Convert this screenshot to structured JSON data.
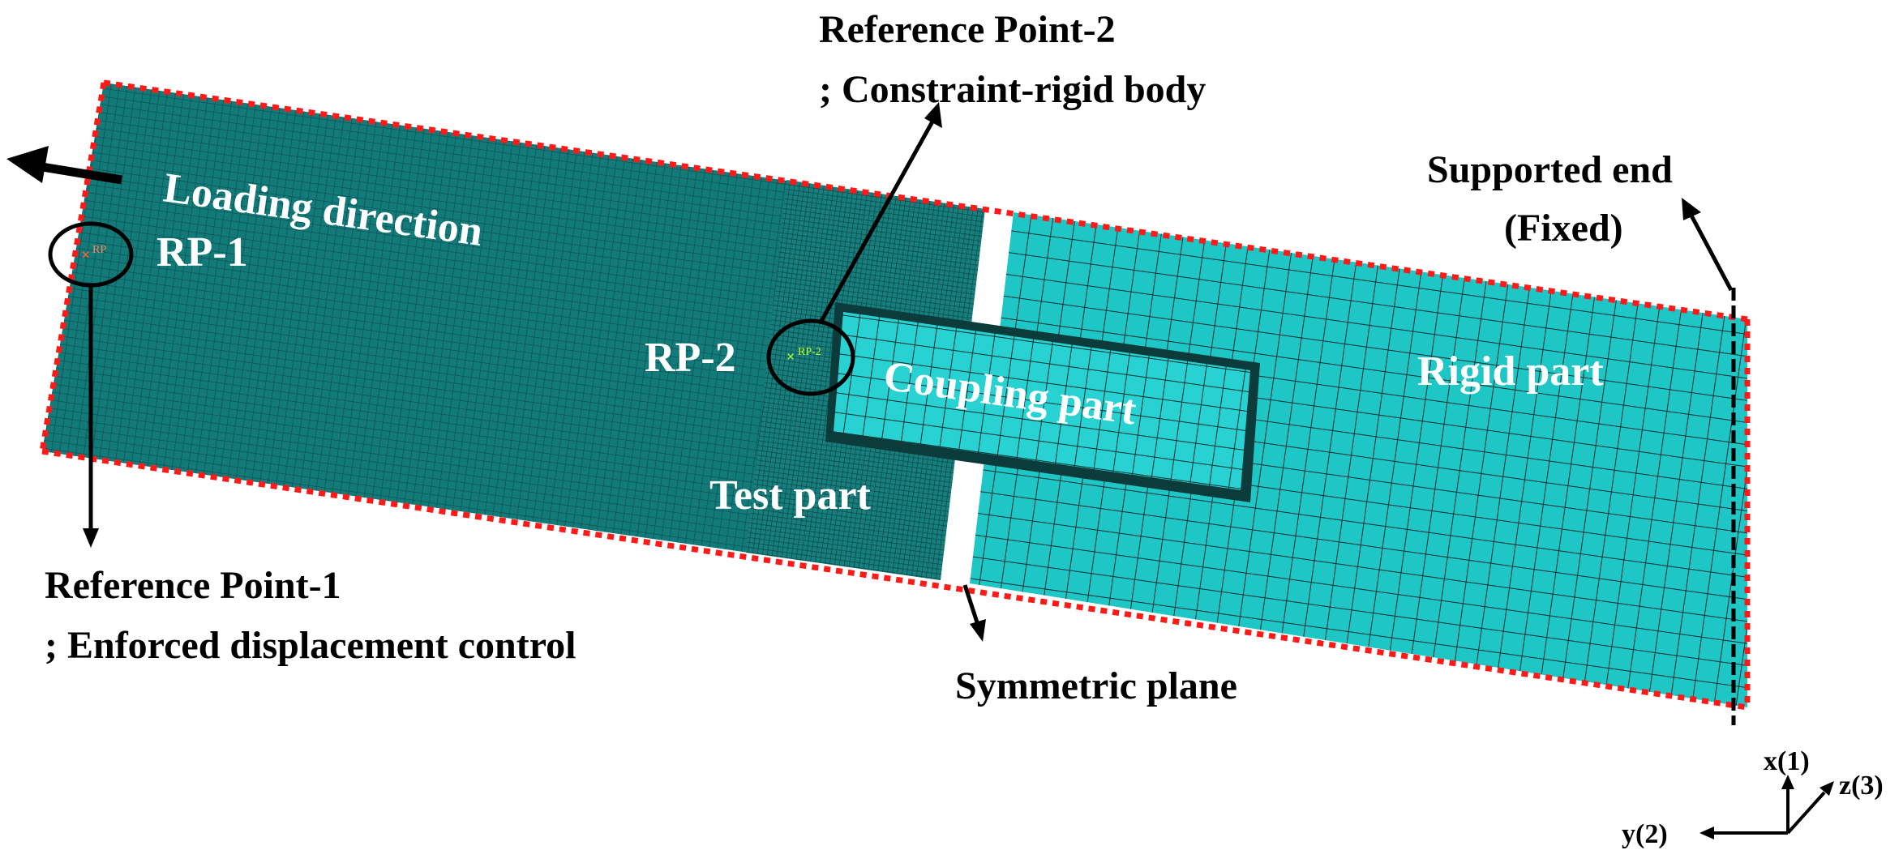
{
  "labels": {
    "reference_point_2": "Reference Point-2",
    "constraint_rigid_body": "; Constraint-rigid body",
    "supported_end": "Supported end",
    "fixed": "(Fixed)",
    "loading_direction": "Loading direction",
    "rp1": "RP-1",
    "rp2": "RP-2",
    "coupling_part": "Coupling part",
    "rigid_part": "Rigid part",
    "test_part": "Test part",
    "reference_point_1": "Reference Point-1",
    "enforced_displacement_control": "; Enforced displacement control",
    "symmetric_plane": "Symmetric plane"
  },
  "markers": {
    "rp1_small": "RP",
    "rp2_small": "RP-2"
  },
  "axes": {
    "x": "x(1)",
    "y": "y(2)",
    "z": "z(3)"
  },
  "colors": {
    "test_mesh": "#137a7a",
    "rigid_mesh": "#1fc6c6",
    "coupling_mesh": "#2ad0d0",
    "boundary": "#ff1a1a",
    "mesh_line": "#0a2a2a"
  }
}
